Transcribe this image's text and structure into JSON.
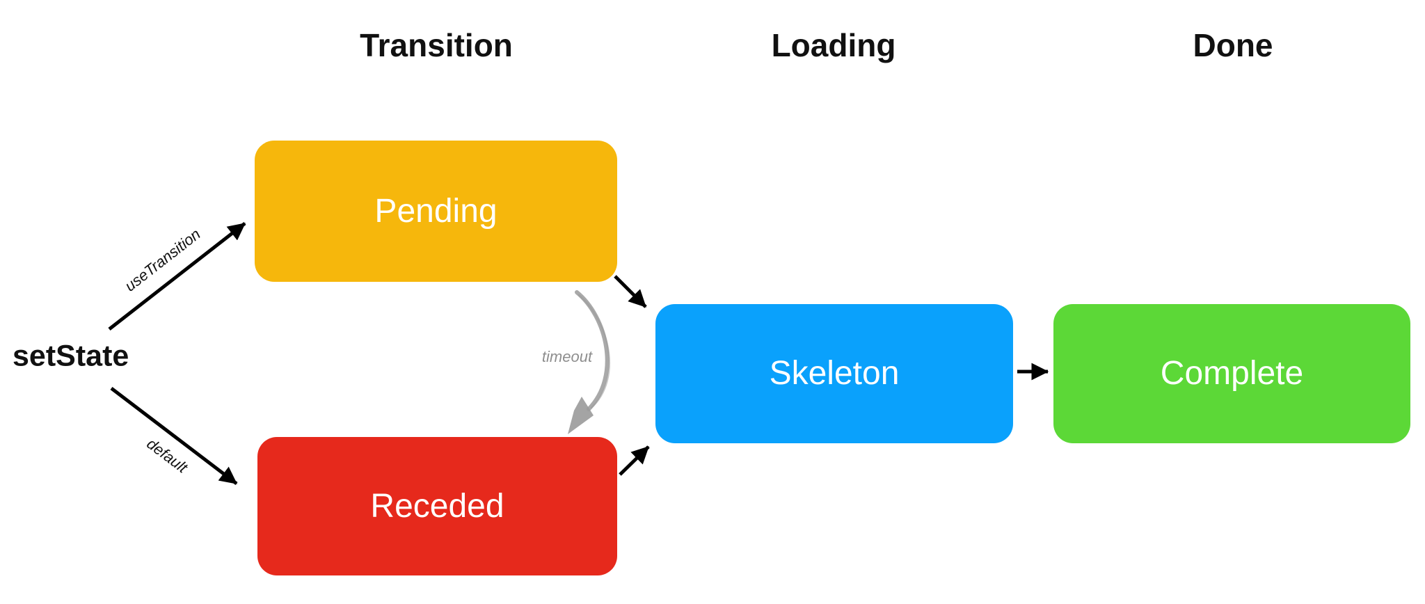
{
  "headers": [
    {
      "id": "transition",
      "label": "Transition"
    },
    {
      "id": "loading",
      "label": "Loading"
    },
    {
      "id": "done",
      "label": "Done"
    }
  ],
  "source": {
    "label": "setState"
  },
  "nodes": [
    {
      "id": "pending",
      "label": "Pending",
      "color": "#F6B70C"
    },
    {
      "id": "receded",
      "label": "Receded",
      "color": "#E6291C"
    },
    {
      "id": "skeleton",
      "label": "Skeleton",
      "color": "#0AA1FC"
    },
    {
      "id": "complete",
      "label": "Complete",
      "color": "#5CD837"
    }
  ],
  "edges": [
    {
      "id": "use-transition",
      "from": "setState",
      "to": "Pending",
      "label": "useTransition"
    },
    {
      "id": "default",
      "from": "setState",
      "to": "Receded",
      "label": "default"
    },
    {
      "id": "pending-to-skeleton",
      "from": "Pending",
      "to": "Skeleton",
      "label": ""
    },
    {
      "id": "receded-to-skeleton",
      "from": "Receded",
      "to": "Skeleton",
      "label": ""
    },
    {
      "id": "skeleton-to-complete",
      "from": "Skeleton",
      "to": "Complete",
      "label": ""
    },
    {
      "id": "timeout",
      "from": "Pending",
      "to": "Receded",
      "label": "timeout",
      "color": "#8E8E8E"
    }
  ],
  "colors": {
    "arrow": "#000000",
    "text": "#111111",
    "node_text": "#ffffff",
    "timeout_arrow": "#9A9A9A"
  }
}
